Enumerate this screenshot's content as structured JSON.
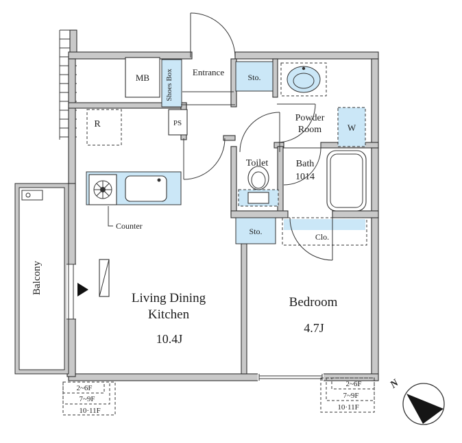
{
  "rooms": {
    "ldk": {
      "line1": "Living Dining",
      "line2": "Kitchen",
      "size": "10.4J"
    },
    "bedroom": {
      "name": "Bedroom",
      "size": "4.7J"
    },
    "balcony": {
      "name": "Balcony"
    },
    "entrance": {
      "name": "Entrance"
    },
    "powder_room": {
      "line1": "Powder",
      "line2": "Room"
    },
    "toilet": {
      "name": "Toilet"
    },
    "bath": {
      "name": "Bath",
      "size": "1014"
    }
  },
  "fixtures": {
    "meter_box": "MB",
    "shoes_box": "Shoes Box",
    "pipe_space": "PS",
    "refrigerator": "R",
    "storage_top": "Sto.",
    "storage_mid": "Sto.",
    "closet": "Clo.",
    "washer": "W",
    "counter": "Counter"
  },
  "floor_notes": {
    "left": [
      "2~6F",
      "7~9F",
      "10·11F"
    ],
    "right": [
      "2~6F",
      "7~9F",
      "10·11F"
    ]
  },
  "compass": {
    "north": "N"
  },
  "colors": {
    "fixture_blue": "#cbe7f7",
    "wall_gray": "#c9c9c9",
    "line": "#2e2e2e"
  }
}
